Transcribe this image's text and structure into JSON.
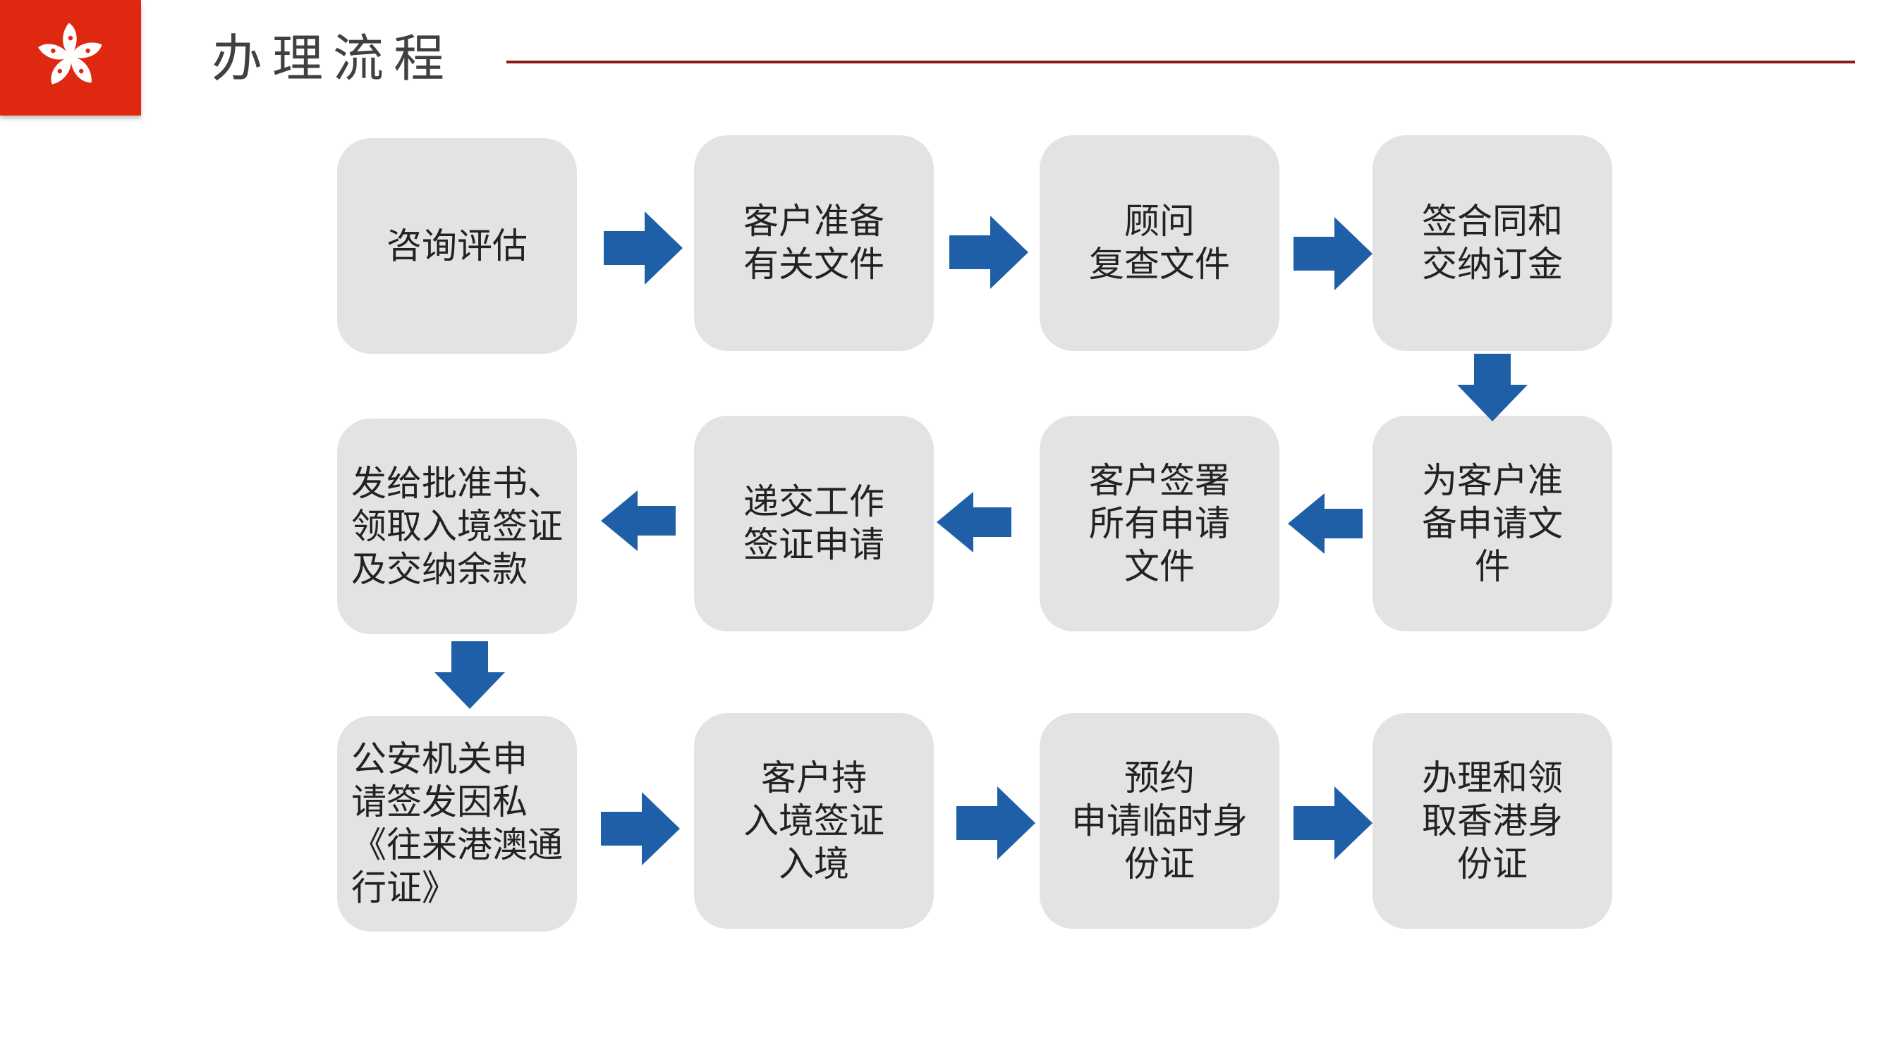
{
  "header": {
    "title": "办理流程",
    "logo_icon": "bauhinia-flower-icon",
    "brand_color": "#de2910",
    "rule_color": "#8b1a1a"
  },
  "arrow_color": "#1f5fa8",
  "box_color": "#e3e3e3",
  "steps": [
    {
      "label": "咨询评估"
    },
    {
      "label": "客户准备\n有关文件"
    },
    {
      "label": "顾问\n复查文件"
    },
    {
      "label": "签合同和\n交纳订金"
    },
    {
      "label": "为客户准\n备申请文\n件"
    },
    {
      "label": "客户签署\n所有申请\n文件"
    },
    {
      "label": "递交工作\n签证申请"
    },
    {
      "label": "发给批准书、\n领取入境签证\n及交纳余款"
    },
    {
      "label": "公安机关申\n请签发因私\n《往来港澳通\n行证》"
    },
    {
      "label": "客户持\n入境签证\n入境"
    },
    {
      "label": "预约\n申请临时身\n份证"
    },
    {
      "label": "办理和领\n取香港身\n份证"
    }
  ]
}
